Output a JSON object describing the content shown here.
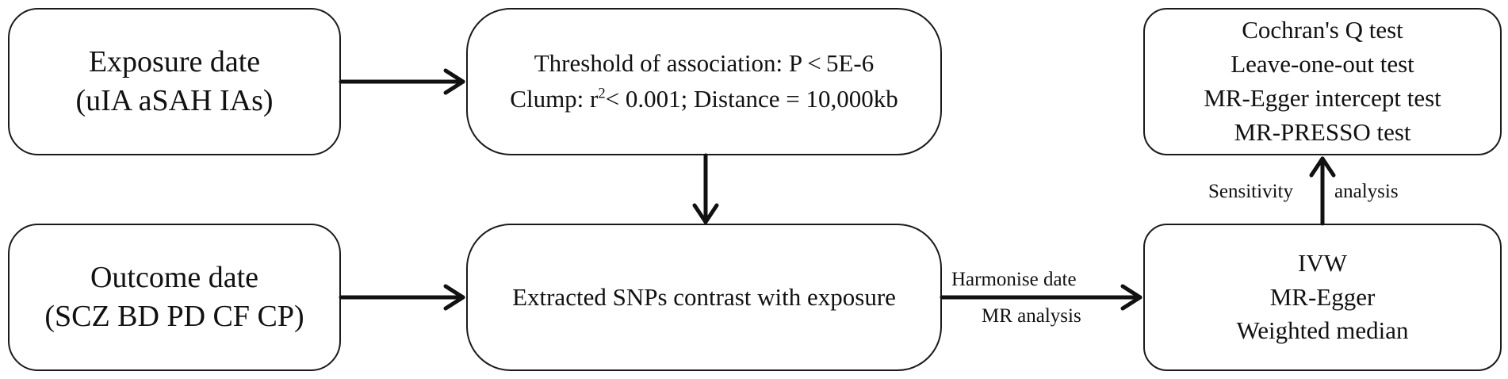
{
  "nodes": {
    "exposure": {
      "line1": "Exposure date",
      "line2": "(uIA aSAH IAs)"
    },
    "outcome": {
      "line1": "Outcome date",
      "line2": "(SCZ BD PD CF CP)"
    },
    "threshold": {
      "line1": "Threshold of association: P < 5E-6",
      "line2_prefix": "Clump: r",
      "line2_sup": "2",
      "line2_suffix": "< 0.001; Distance = 10,000kb"
    },
    "extracted": {
      "line1": "Extracted SNPs contrast with exposure"
    },
    "sensitivity_tests": {
      "items": [
        "Cochran's Q test",
        "Leave-one-out test",
        "MR-Egger intercept test",
        "MR-PRESSO test"
      ]
    },
    "methods": {
      "items": [
        "IVW",
        "MR-Egger",
        "Weighted median"
      ]
    }
  },
  "edge_labels": {
    "harmonise": "Harmonise date",
    "mr_analysis": "MR analysis",
    "sensitivity_part1": "Sensitivity",
    "sensitivity_part2": "analysis"
  },
  "colors": {
    "stroke": "#1a1a1a",
    "background": "#ffffff",
    "text": "#111111"
  }
}
